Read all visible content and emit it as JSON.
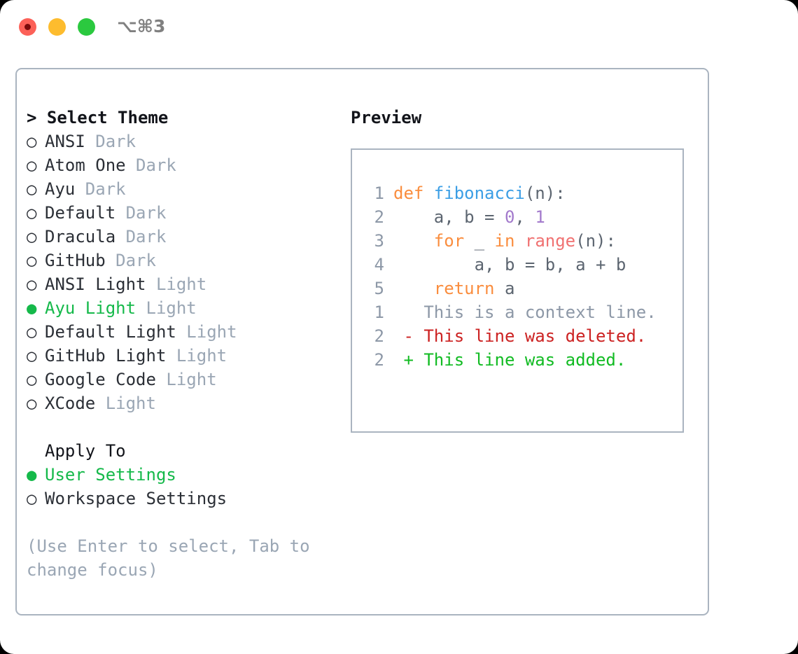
{
  "window": {
    "traffic_lights": [
      "close",
      "minimize",
      "zoom"
    ],
    "shortcut_label": "⌥⌘3"
  },
  "left_panel": {
    "heading": "> Select Theme",
    "prompt_marker": ">",
    "bullet_selected": "●",
    "bullet_unselected": "○",
    "themes": [
      {
        "name": "ANSI",
        "tag": "Dark",
        "selected": false
      },
      {
        "name": "Atom One",
        "tag": "Dark",
        "selected": false
      },
      {
        "name": "Ayu",
        "tag": "Dark",
        "selected": false
      },
      {
        "name": "Default",
        "tag": "Dark",
        "selected": false
      },
      {
        "name": "Dracula",
        "tag": "Dark",
        "selected": false
      },
      {
        "name": "GitHub",
        "tag": "Dark",
        "selected": false
      },
      {
        "name": "ANSI Light",
        "tag": "Light",
        "selected": false
      },
      {
        "name": "Ayu Light",
        "tag": "Light",
        "selected": true
      },
      {
        "name": "Default Light",
        "tag": "Light",
        "selected": false
      },
      {
        "name": "GitHub Light",
        "tag": "Light",
        "selected": false
      },
      {
        "name": "Google Code",
        "tag": "Light",
        "selected": false
      },
      {
        "name": "XCode",
        "tag": "Light",
        "selected": false
      }
    ],
    "apply_to": {
      "heading": "Apply To",
      "options": [
        {
          "name": "User Settings",
          "selected": true
        },
        {
          "name": "Workspace Settings",
          "selected": false
        }
      ]
    },
    "hint": "(Use Enter to select, Tab to change focus)"
  },
  "right_panel": {
    "title": "Preview",
    "code_lines": [
      {
        "n": "1",
        "tokens": [
          {
            "t": "def ",
            "c": "kw"
          },
          {
            "t": "fibonacci",
            "c": "fn"
          },
          {
            "t": "(n):",
            "c": "txt"
          }
        ]
      },
      {
        "n": "2",
        "tokens": [
          {
            "t": "    a, b = ",
            "c": "txt"
          },
          {
            "t": "0",
            "c": "num"
          },
          {
            "t": ", ",
            "c": "txt"
          },
          {
            "t": "1",
            "c": "num"
          }
        ]
      },
      {
        "n": "3",
        "tokens": [
          {
            "t": "    ",
            "c": "txt"
          },
          {
            "t": "for",
            "c": "kw"
          },
          {
            "t": " _ ",
            "c": "txt"
          },
          {
            "t": "in",
            "c": "kw"
          },
          {
            "t": " ",
            "c": "txt"
          },
          {
            "t": "range",
            "c": "call"
          },
          {
            "t": "(n):",
            "c": "txt"
          }
        ]
      },
      {
        "n": "4",
        "tokens": [
          {
            "t": "        a, b = b, a + b",
            "c": "txt"
          }
        ]
      },
      {
        "n": "5",
        "tokens": [
          {
            "t": "    ",
            "c": "txt"
          },
          {
            "t": "return",
            "c": "kw"
          },
          {
            "t": " a",
            "c": "txt"
          }
        ]
      }
    ],
    "diff_lines": [
      {
        "n": "1",
        "marker": " ",
        "text": " This is a context line.",
        "kind": "ctx"
      },
      {
        "n": "2",
        "marker": "-",
        "text": " This line was deleted.",
        "kind": "del"
      },
      {
        "n": "2",
        "marker": "+",
        "text": " This line was added.",
        "kind": "add"
      }
    ]
  },
  "colors": {
    "accent_green": "#15b94a",
    "muted": "#9aa6b4",
    "border": "#aab4c0",
    "keyword": "#fa8d3e",
    "function": "#3b9ee5",
    "number": "#a37acc",
    "call": "#f07171",
    "diff_delete": "#cc2222",
    "diff_add": "#11bb22"
  }
}
